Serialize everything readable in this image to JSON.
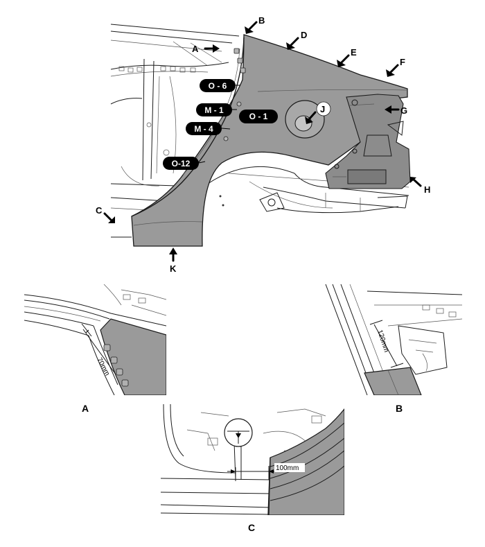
{
  "colors": {
    "panel": "#9a9a9a",
    "panel_dark": "#7f7f7f",
    "pill": "#000000",
    "line": "#1a1a1a"
  },
  "callouts": {
    "A": "A",
    "B": "B",
    "C": "C",
    "D": "D",
    "E": "E",
    "F": "F",
    "G": "G",
    "H": "H",
    "J": "J",
    "K": "K"
  },
  "pills": {
    "o6": "O - 6",
    "m1": "M - 1",
    "o1": "O - 1",
    "m4": "M - 4",
    "o12": "O-12"
  },
  "details": {
    "a": {
      "label": "A",
      "dimension": "70mm"
    },
    "b": {
      "label": "B",
      "dimension": "120mm"
    },
    "c": {
      "label": "C",
      "dimension": "100mm"
    }
  }
}
